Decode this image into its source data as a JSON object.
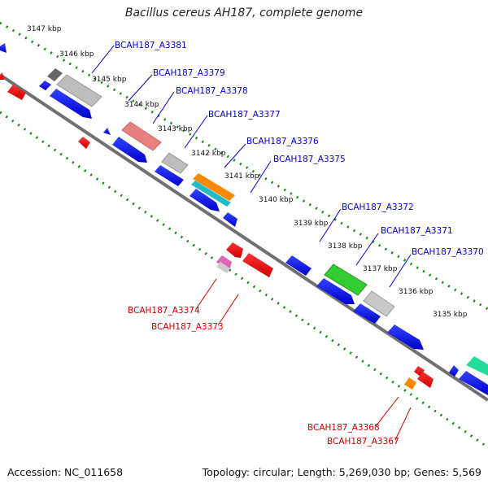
{
  "header": {
    "title": "Bacillus cereus AH187, complete genome"
  },
  "footer": {
    "accession": "Accession: NC_011658",
    "summary": "Topology: circular; Length: 5,269,030 bp; Genes: 5,569"
  },
  "ruler": {
    "ticks": [
      "3147 kbp",
      "3146 kbp",
      "3145 kbp",
      "3144 kbp",
      "3143 kbp",
      "3142 kbp",
      "3141 kbp",
      "3140 kbp",
      "3139 kbp",
      "3138 kbp",
      "3137 kbp",
      "3136 kbp",
      "3135 kbp"
    ]
  },
  "genes": {
    "forward": [
      {
        "locus": "BCAH187_A3381",
        "color": "#0000cc"
      },
      {
        "locus": "BCAH187_A3379",
        "color": "#0000cc"
      },
      {
        "locus": "BCAH187_A3378",
        "color": "#0000cc"
      },
      {
        "locus": "BCAH187_A3377",
        "color": "#0000cc"
      },
      {
        "locus": "BCAH187_A3376",
        "color": "#0000cc"
      },
      {
        "locus": "BCAH187_A3375",
        "color": "#0000cc"
      },
      {
        "locus": "BCAH187_A3372",
        "color": "#0000cc"
      },
      {
        "locus": "BCAH187_A3371",
        "color": "#0000cc"
      },
      {
        "locus": "BCAH187_A3370",
        "color": "#0000cc"
      }
    ],
    "reverse": [
      {
        "locus": "BCAH187_A3374",
        "color": "#cc0000"
      },
      {
        "locus": "BCAH187_A3373",
        "color": "#cc0000"
      },
      {
        "locus": "BCAH187_A3368",
        "color": "#cc0000"
      },
      {
        "locus": "BCAH187_A3367",
        "color": "#cc0000"
      }
    ]
  },
  "colors": {
    "forward_gene": "#0000ee",
    "reverse_gene": "#ee0000",
    "backbone": "#777777",
    "gc_dots": "#118811"
  }
}
